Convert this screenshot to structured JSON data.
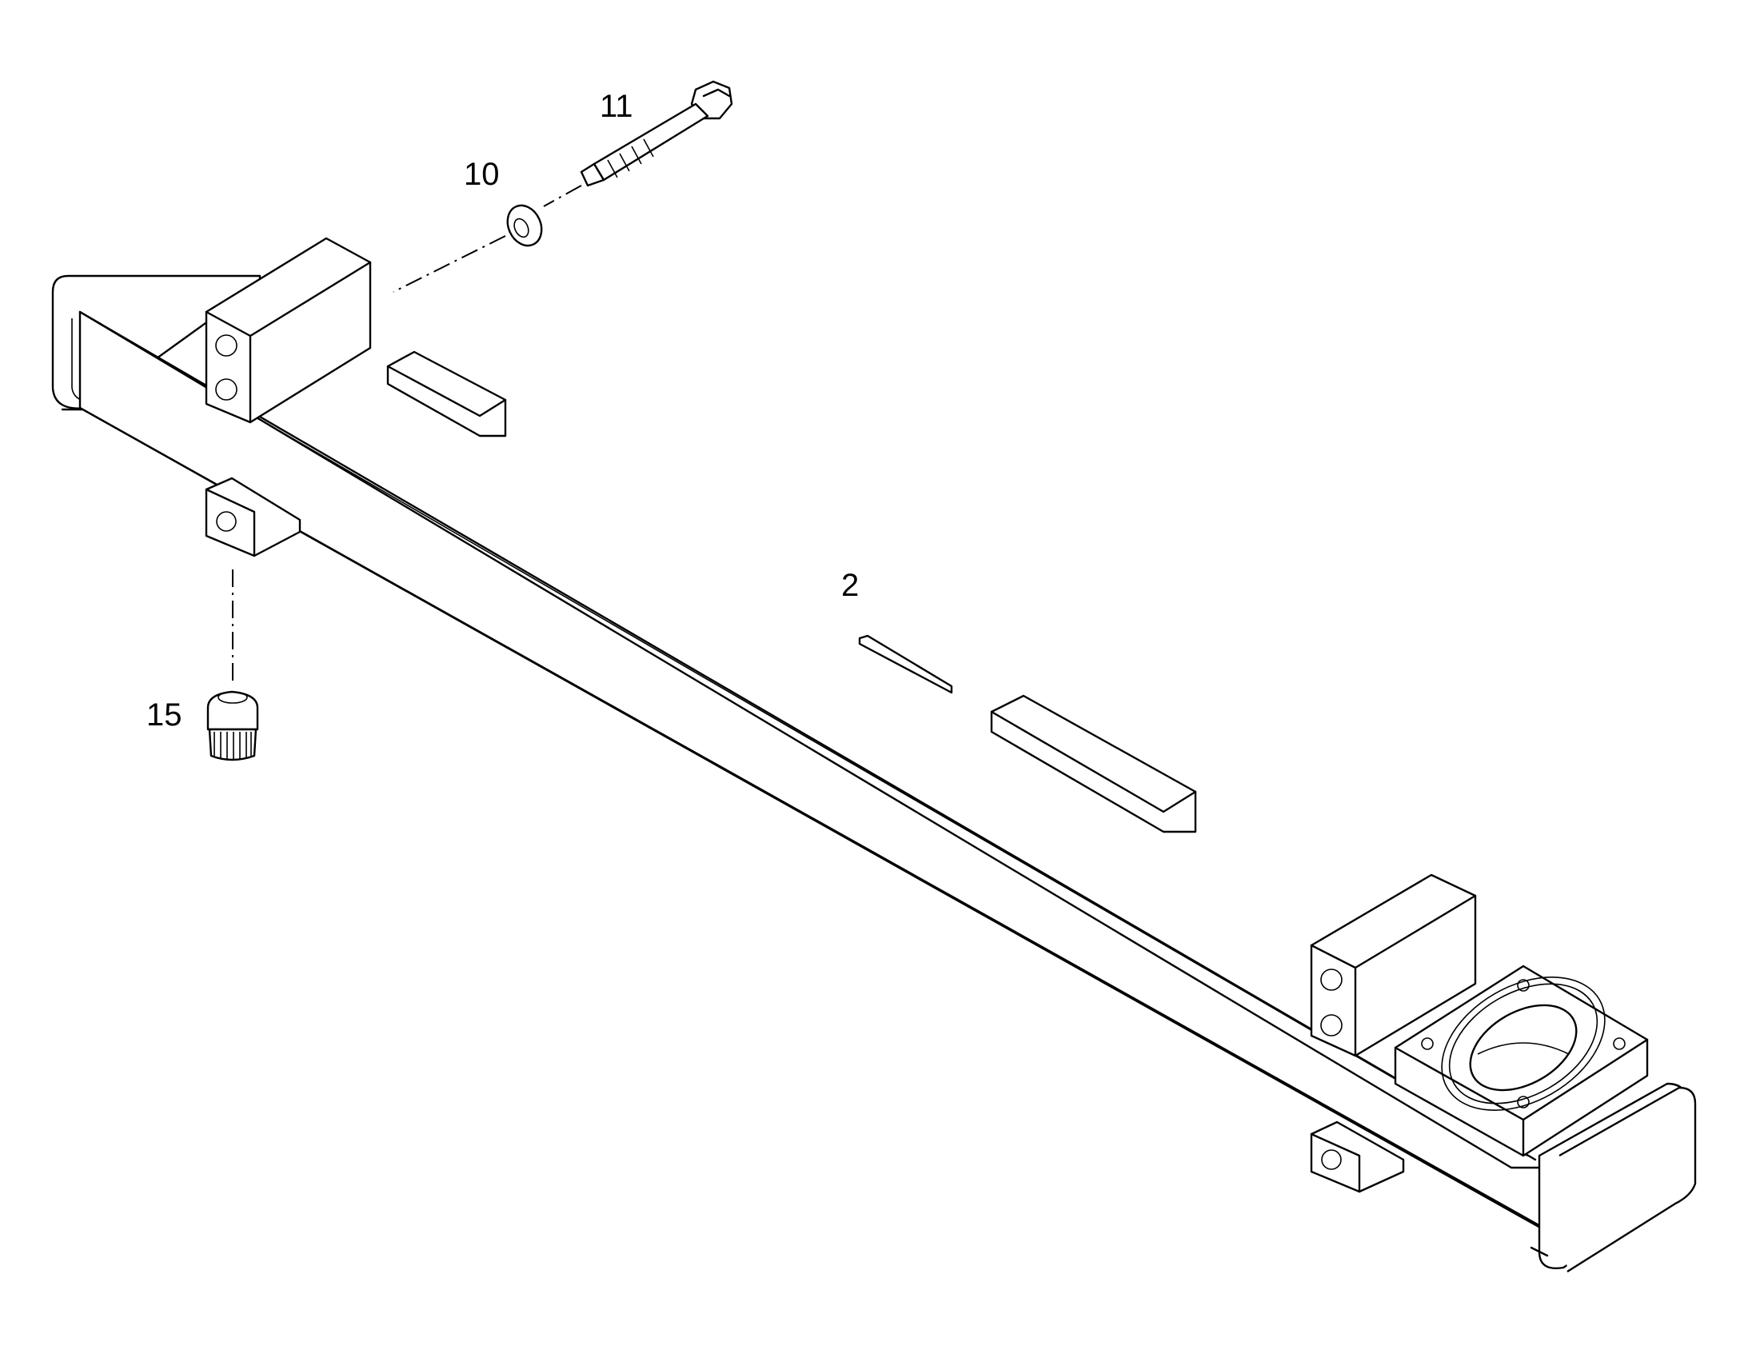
{
  "labels": {
    "beam": "2",
    "washer": "10",
    "bolt": "11",
    "plug": "15"
  },
  "colors": {
    "line": "#000000",
    "background": "#ffffff"
  }
}
